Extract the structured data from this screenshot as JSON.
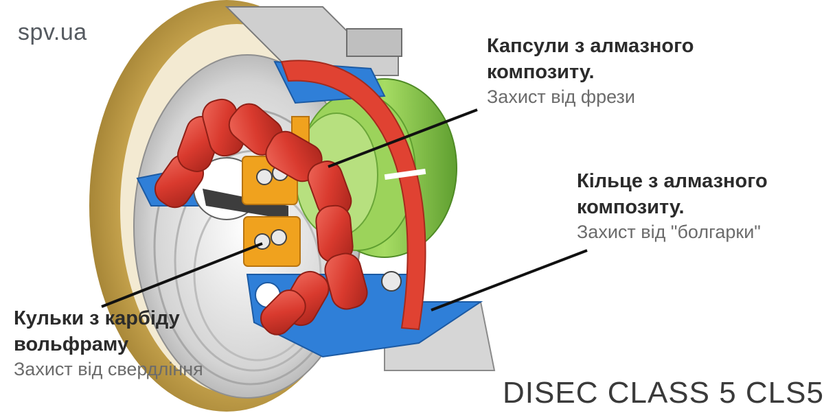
{
  "watermark": "spv.ua",
  "callouts": {
    "capsules": {
      "title_line1": "Капсули з алмазного",
      "title_line2": "композиту.",
      "subtitle": "Захист від фрези"
    },
    "ring": {
      "title_line1": "Кільце з алмазного",
      "title_line2": "композиту.",
      "subtitle": "Захист від \"болгарки\""
    },
    "balls": {
      "title_line1": "Кульки з карбіду",
      "title_line2": "вольфраму",
      "subtitle": "Захист від свердління"
    }
  },
  "model_name": "DISEC CLASS 5 CLS5",
  "colors": {
    "capsule_red": "#d93a2e",
    "ring_red": "#e04232",
    "blue_plate": "#2f7fd8",
    "green_core": "#8ccf4a",
    "orange_block": "#f0a21e",
    "brass": "#d8b45a",
    "steel": "#c9c9c9",
    "leader": "#111111"
  }
}
